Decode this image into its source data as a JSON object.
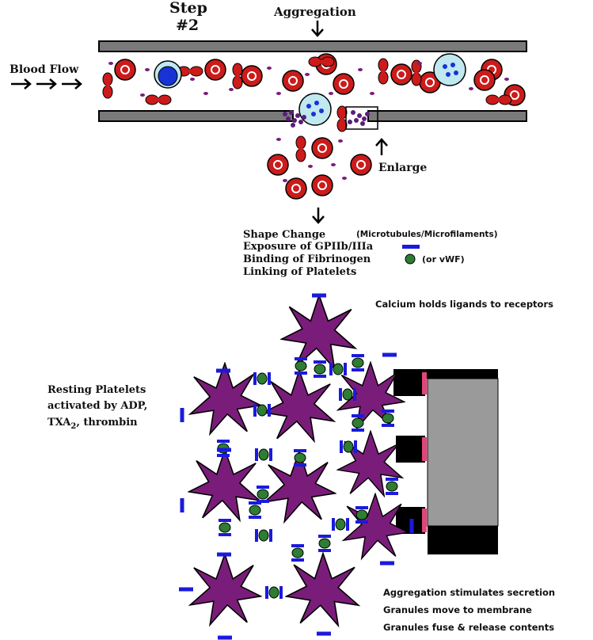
{
  "step": {
    "line1": "Step",
    "line2": "#2"
  },
  "aggregation_label": "Aggregation",
  "blood_flow_label": "Blood Flow",
  "enlarge_label": "Enlarge",
  "steps_list": [
    "Shape Change",
    "Exposure of GPIIb/IIIa",
    "Binding of Fibrinogen",
    "Linking of Platelets"
  ],
  "shape_change_note": "(Microtubules/Microfilaments)",
  "fibrinogen_note": "(or vWF)",
  "calcium_label": "Calcium holds ligands to receptors",
  "resting": {
    "line1": "Resting Platelets",
    "line2": "activated by ADP,",
    "line3_pre": "TXA",
    "line3_sub": "2",
    "line3_post": ", thrombin"
  },
  "secretion_labels": [
    "Aggregation stimulates secretion",
    "Granules move to membrane",
    "Granules fuse & release contents"
  ],
  "colors": {
    "rbc": "#cc1b1b",
    "platelet": "#7a1d7a",
    "receptor": "#1a1add",
    "fibrinogen": "#2e7d32",
    "vessel_wall": "#7a7a7a",
    "wbc": "#bfe8ef",
    "wbc_nucleus": "#1733d6",
    "plug_gray": "#9a9a9a",
    "plug_pink": "#e0467a"
  },
  "icons": [
    "red-blood-cell-icon",
    "platelet-icon",
    "white-blood-cell-icon",
    "arrow-icon"
  ]
}
